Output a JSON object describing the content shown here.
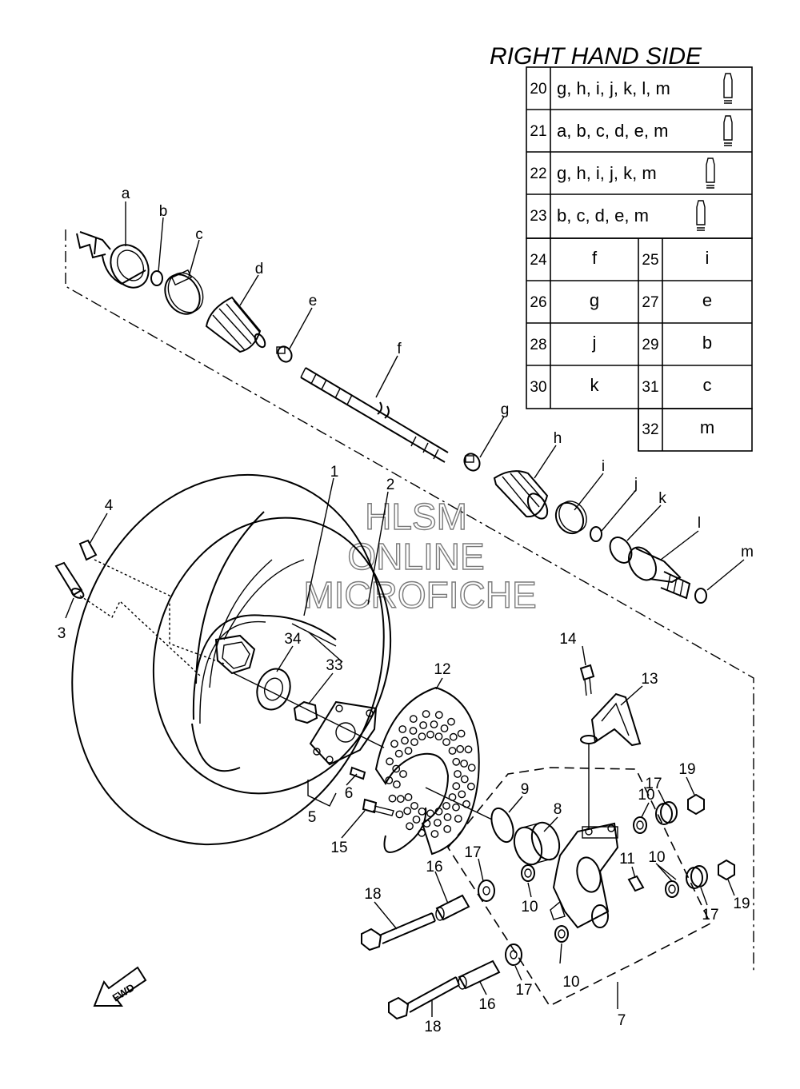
{
  "title": "RIGHT HAND SIDE",
  "watermark": [
    "HLSM",
    "ONLINE",
    "MICROFICHE"
  ],
  "fwd_label": "FWD",
  "kit_table": [
    {
      "num": "20",
      "parts": "g, h, i, j, k, l, m",
      "grease": true
    },
    {
      "num": "21",
      "parts": "a, b, c, d, e, m",
      "grease": true
    },
    {
      "num": "22",
      "parts": "g, h, i, j, k, m",
      "grease": true
    },
    {
      "num": "23",
      "parts": "b, c, d, e, m",
      "grease": true
    }
  ],
  "pair_table": [
    [
      {
        "num": "24",
        "part": "f"
      },
      {
        "num": "25",
        "part": "i"
      }
    ],
    [
      {
        "num": "26",
        "part": "g"
      },
      {
        "num": "27",
        "part": "e"
      }
    ],
    [
      {
        "num": "28",
        "part": "j"
      },
      {
        "num": "29",
        "part": "b"
      }
    ],
    [
      {
        "num": "30",
        "part": "k"
      },
      {
        "num": "31",
        "part": "c"
      }
    ],
    [
      null,
      {
        "num": "32",
        "part": "m"
      }
    ]
  ],
  "letter_callouts": [
    "a",
    "b",
    "c",
    "d",
    "e",
    "f",
    "g",
    "h",
    "i",
    "j",
    "k",
    "l",
    "m"
  ],
  "number_callouts": [
    "1",
    "2",
    "3",
    "4",
    "5",
    "6",
    "7",
    "8",
    "9",
    "10",
    "10",
    "10",
    "10",
    "10",
    "11",
    "12",
    "13",
    "14",
    "15",
    "16",
    "16",
    "17",
    "17",
    "17",
    "17",
    "18",
    "18",
    "19",
    "19",
    "33",
    "34"
  ]
}
